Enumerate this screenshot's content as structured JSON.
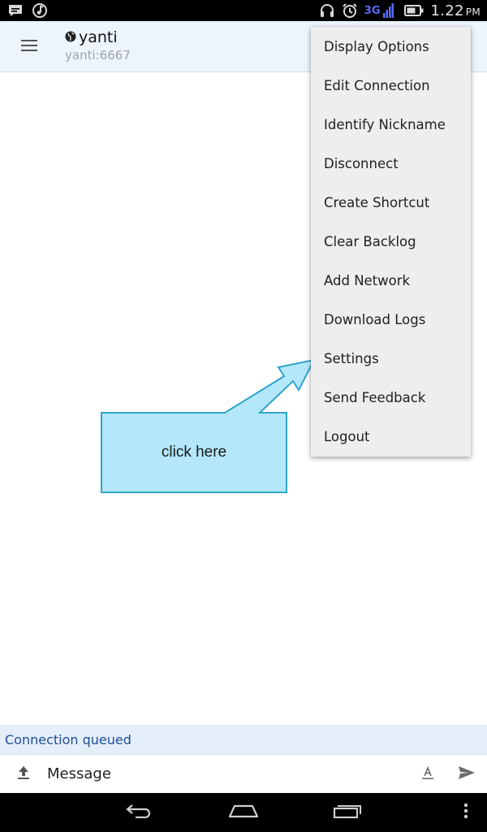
{
  "status_bar": {
    "network_type": "3G",
    "time": "1.22",
    "ampm": "PM",
    "icons": [
      "chat-notification-icon",
      "music-note-icon",
      "headset-icon",
      "alarm-icon",
      "signal-icon",
      "battery-icon"
    ]
  },
  "app_bar": {
    "title": "yanti",
    "subtitle": "yanti:6667",
    "icons": [
      "hamburger-menu-icon",
      "globe-icon"
    ]
  },
  "overflow_menu": {
    "items": [
      {
        "label": "Display Options"
      },
      {
        "label": "Edit Connection"
      },
      {
        "label": "Identify Nickname"
      },
      {
        "label": "Disconnect"
      },
      {
        "label": "Create Shortcut"
      },
      {
        "label": "Clear Backlog"
      },
      {
        "label": "Add Network"
      },
      {
        "label": "Download Logs"
      },
      {
        "label": "Settings"
      },
      {
        "label": "Send Feedback"
      },
      {
        "label": "Logout"
      }
    ]
  },
  "callout": {
    "text": "click here"
  },
  "connection": {
    "status": "Connection queued"
  },
  "composer": {
    "placeholder": "Message",
    "icons": [
      "upload-icon",
      "text-format-icon",
      "send-icon"
    ]
  },
  "nav_bar": {
    "icons": [
      "back-icon",
      "home-icon",
      "recents-icon",
      "more-vert-icon"
    ]
  },
  "colors": {
    "app_bar_bg": "#eef4fc",
    "menu_bg": "#eeeeee",
    "status_strip_bg": "#e5eefb",
    "status_text": "#1c4e96",
    "callout_fill": "#b3e7f9",
    "callout_border": "#2fa4c9",
    "network_type_color": "#5b6cff"
  }
}
